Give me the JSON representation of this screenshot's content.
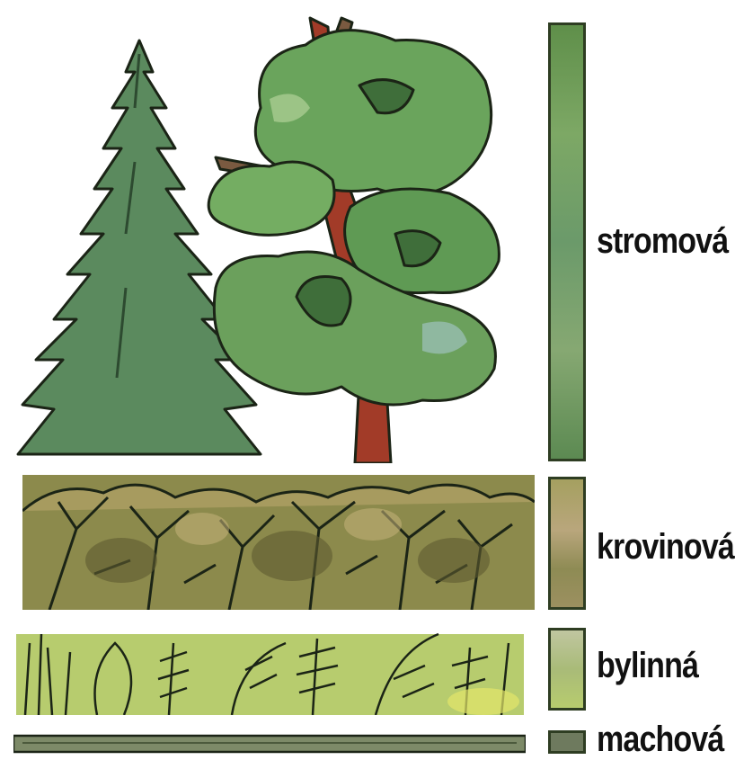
{
  "layers": [
    {
      "id": "tree",
      "label": "stromová"
    },
    {
      "id": "shrub",
      "label": "krovinová"
    },
    {
      "id": "herb",
      "label": "bylinná"
    },
    {
      "id": "moss",
      "label": "machová"
    }
  ],
  "colors": {
    "tree_dark": "#3f6a34",
    "tree_mid": "#6ea25a",
    "tree_light": "#9cc486",
    "spruce": "#4f7a58",
    "trunk": "#b8442a",
    "shrub_a": "#8a8d48",
    "shrub_b": "#b0a06a",
    "shrub_c": "#6e6a3a",
    "herb_a": "#b9d06a",
    "herb_b": "#8caa4a",
    "moss_a": "#6e7a5e",
    "outline": "#1b2416"
  },
  "icons": [
    "spruce-tree-illustration",
    "deciduous-tree-illustration",
    "shrub-illustration",
    "herb-illustration",
    "moss-illustration"
  ]
}
